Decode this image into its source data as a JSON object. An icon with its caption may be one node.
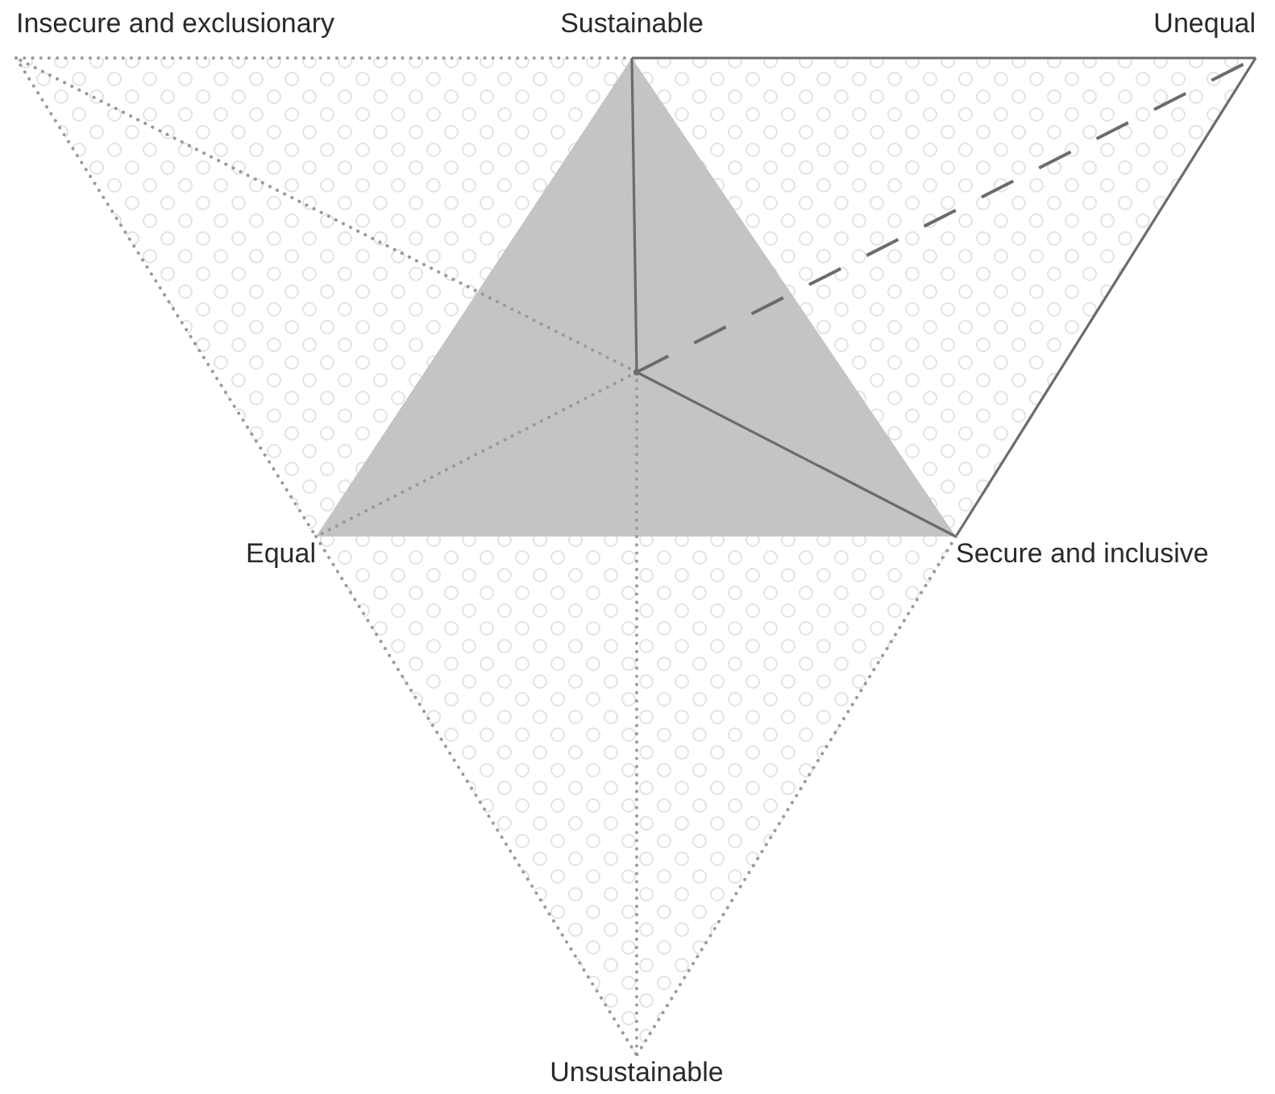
{
  "diagram": {
    "nodes": [
      {
        "text": [
          "Insecure and exclusionary"
        ]
      },
      {
        "text": [
          "Sustainable"
        ]
      },
      {
        "text": [
          "Unequal"
        ]
      },
      {
        "text": [
          "Equal"
        ]
      },
      {
        "text": [
          "Secure and inclusive"
        ]
      },
      {
        "text": [
          "Unsustainable"
        ]
      },
      {
        "text": [],
        "shape": "point"
      }
    ],
    "edges": [
      {
        "from": 0,
        "to": 1,
        "arrow": "none",
        "style": "dashed",
        "color": "#9a9a9a"
      },
      {
        "from": 1,
        "to": 2,
        "arrow": "none"
      },
      {
        "from": 0,
        "to": 3,
        "arrow": "none",
        "style": "dashed",
        "color": "#9a9a9a"
      },
      {
        "from": 3,
        "to": 5,
        "arrow": "none",
        "style": "dashed",
        "color": "#9a9a9a"
      },
      {
        "from": 2,
        "to": 4,
        "arrow": "none"
      },
      {
        "from": 4,
        "to": 5,
        "arrow": "none",
        "style": "dashed",
        "color": "#9a9a9a"
      },
      {
        "from": 6,
        "to": 1,
        "arrow": "none"
      },
      {
        "from": 6,
        "to": 4,
        "arrow": "none"
      },
      {
        "from": 6,
        "to": 2,
        "arrow": "none",
        "style": "dashed"
      },
      {
        "from": 6,
        "to": 0,
        "arrow": "none",
        "style": "dashed",
        "color": "#9a9a9a"
      },
      {
        "from": 6,
        "to": 3,
        "arrow": "none",
        "style": "dashed",
        "color": "#9a9a9a"
      },
      {
        "from": 6,
        "to": 5,
        "arrow": "none",
        "style": "dashed",
        "color": "#9a9a9a"
      }
    ]
  }
}
